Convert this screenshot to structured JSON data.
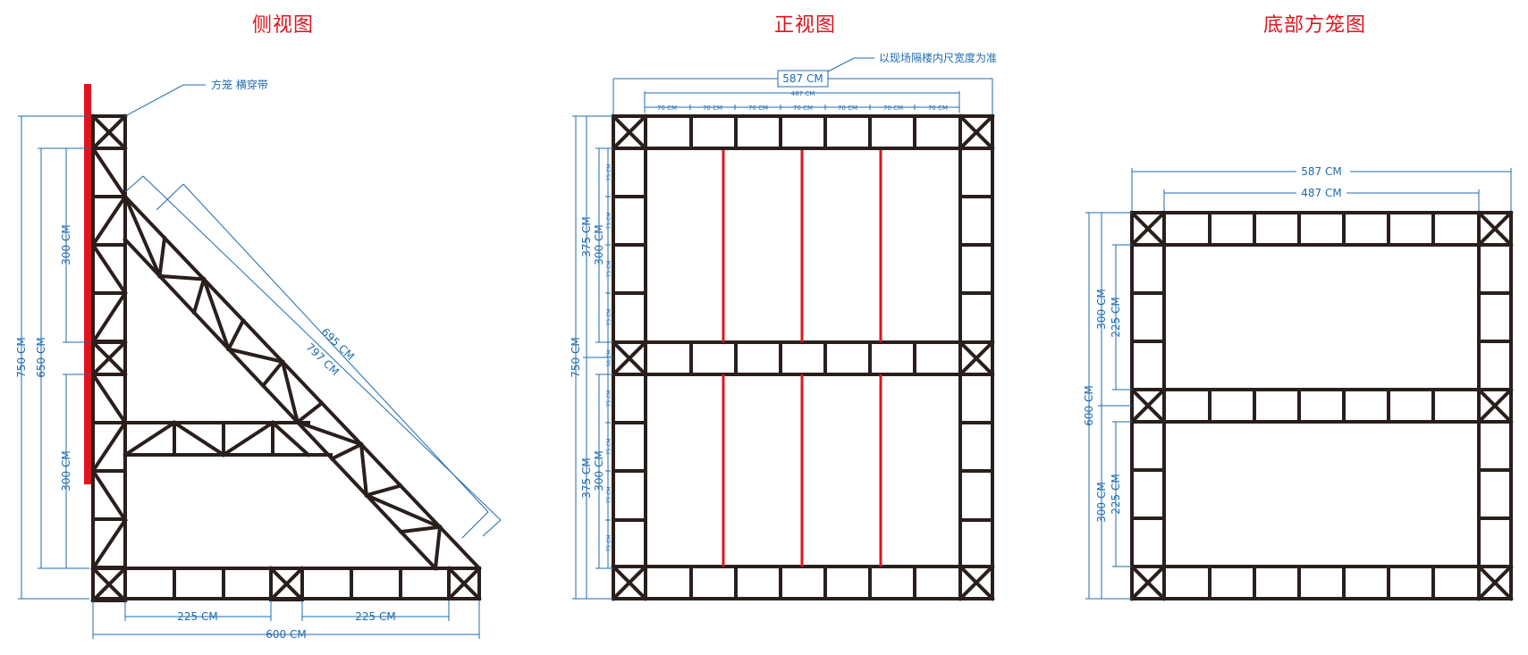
{
  "colors": {
    "frame": "#2a1f1c",
    "dimension": "#1e6bb0",
    "accent": "#e0141e"
  },
  "views": {
    "side": {
      "title": "侧视图",
      "callout": "方笼  横穿带",
      "dims": {
        "total_height": "750 CM",
        "inner_height": "650 CM",
        "upper": "300 CM",
        "lower": "300 CM",
        "diag_outer": "797 CM",
        "diag_inner": "695 CM",
        "base_left": "225 CM",
        "base_right": "225 CM",
        "base_total": "600 CM"
      }
    },
    "front": {
      "title": "正视图",
      "callout": "以现场隔楼内尺宽度为准",
      "dims": {
        "outer_width": "587 CM",
        "inner_width": "487 CM",
        "bay": "70 CM",
        "total_height": "750 CM",
        "half": "375 CM",
        "half_inner": "300 CM",
        "cell": "75 CM",
        "mid": "50 CM"
      }
    },
    "bottom": {
      "title": "底部方笼图",
      "dims": {
        "outer_width": "587 CM",
        "inner_width": "487 CM",
        "total_height": "600 CM",
        "half": "300 CM",
        "half_inner": "225 CM"
      }
    }
  }
}
